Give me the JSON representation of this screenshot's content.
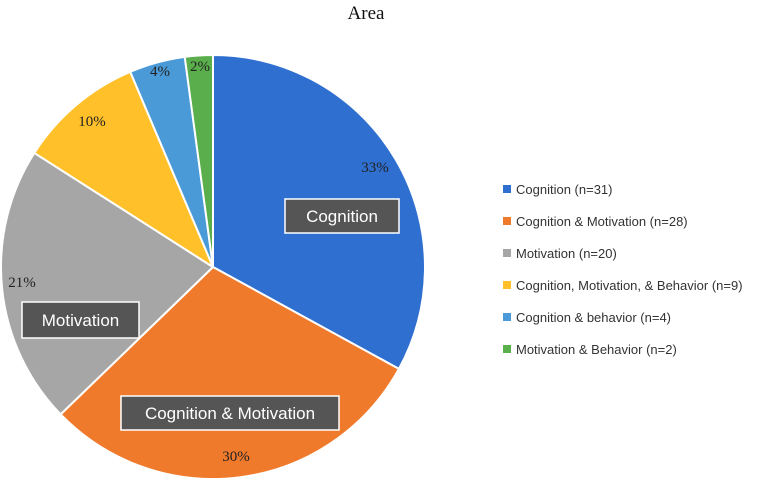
{
  "chart_data": {
    "type": "pie",
    "title": "Area",
    "legend_position": "right",
    "slices": [
      {
        "label": "Cognition",
        "legend": "Cognition (n=31)",
        "n": 31,
        "percent_label": "33%",
        "color": "#2F6FD0"
      },
      {
        "label": "Cognition & Motivation",
        "legend": "Cognition & Motivation (n=28)",
        "n": 28,
        "percent_label": "30%",
        "color": "#F07A2C"
      },
      {
        "label": "Motivation",
        "legend": "Motivation (n=20)",
        "n": 20,
        "percent_label": "21%",
        "color": "#A6A6A6"
      },
      {
        "label": "Cognition, Motivation, & Behavior",
        "legend": "Cognition, Motivation, & Behavior (n=9)",
        "n": 9,
        "percent_label": "10%",
        "color": "#FFC02A"
      },
      {
        "label": "Cognition & behavior",
        "legend": "Cognition & behavior (n=4)",
        "n": 4,
        "percent_label": "4%",
        "color": "#4A9AD8"
      },
      {
        "label": "Motivation & Behavior",
        "legend": "Motivation & Behavior (n=2)",
        "n": 2,
        "percent_label": "2%",
        "color": "#5BAE4C"
      }
    ],
    "callouts": [
      "Cognition",
      "Cognition & Motivation",
      "Motivation"
    ]
  }
}
